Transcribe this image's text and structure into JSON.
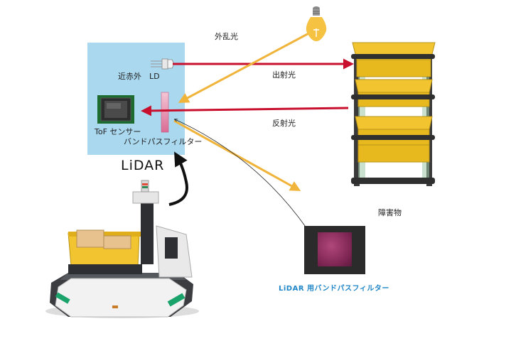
{
  "labels": {
    "ambient_light": "外乱光",
    "emitted_light": "出射光",
    "reflected_light": "反射光",
    "ir_led": "近赤外　LD",
    "tof_sensor": "ToF センサー",
    "bandpass_filter": "バンドパスフィルター",
    "lidar": "LiDAR",
    "obstacle": "障害物",
    "lidar_filter_caption": "LiDAR 用バンドパスフィルター"
  },
  "colors": {
    "lidar_box": "#a9d8ef",
    "emitted_arrow": "#c8102e",
    "ambient_arrow": "#f0b43a",
    "crate": "#f2c530",
    "caption": "#1f86c8"
  }
}
